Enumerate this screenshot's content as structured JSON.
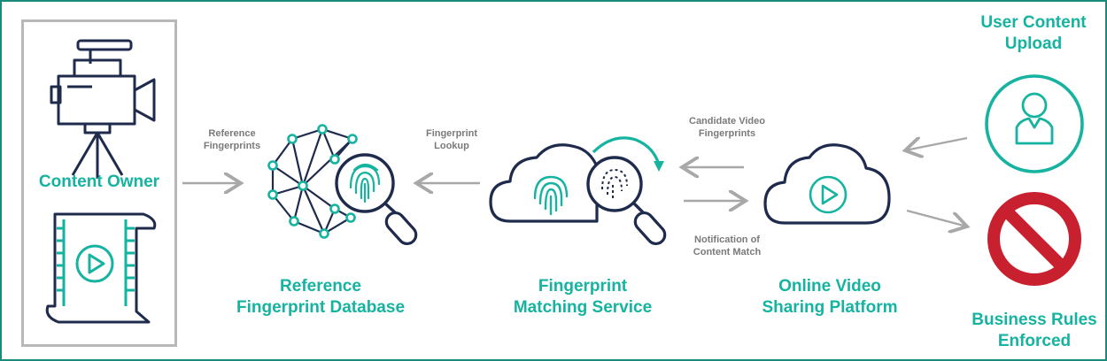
{
  "content_owner": {
    "label": "Content Owner"
  },
  "reference_db": {
    "label_line1": "Reference",
    "label_line2": "Fingerprint Database"
  },
  "matching": {
    "label_line1": "Fingerprint",
    "label_line2": "Matching Service"
  },
  "platform": {
    "label_line1": "Online Video",
    "label_line2": "Sharing Platform"
  },
  "upload": {
    "label_line1": "User Content",
    "label_line2": "Upload"
  },
  "rules": {
    "label_line1": "Business Rules",
    "label_line2": "Enforced"
  },
  "arrows": {
    "ref_fp_1": "Reference",
    "ref_fp_2": "Fingerprints",
    "lookup_1": "Fingerprint",
    "lookup_2": "Lookup",
    "candidate_1": "Candidate Video",
    "candidate_2": "Fingerprints",
    "notify_1": "Notification of",
    "notify_2": "Content Match"
  },
  "colors": {
    "teal": "#15b3a0",
    "navy": "#1f2b4d",
    "gray": "#a8a8a8",
    "red": "#c8202e",
    "frame": "#1a8a7c"
  }
}
